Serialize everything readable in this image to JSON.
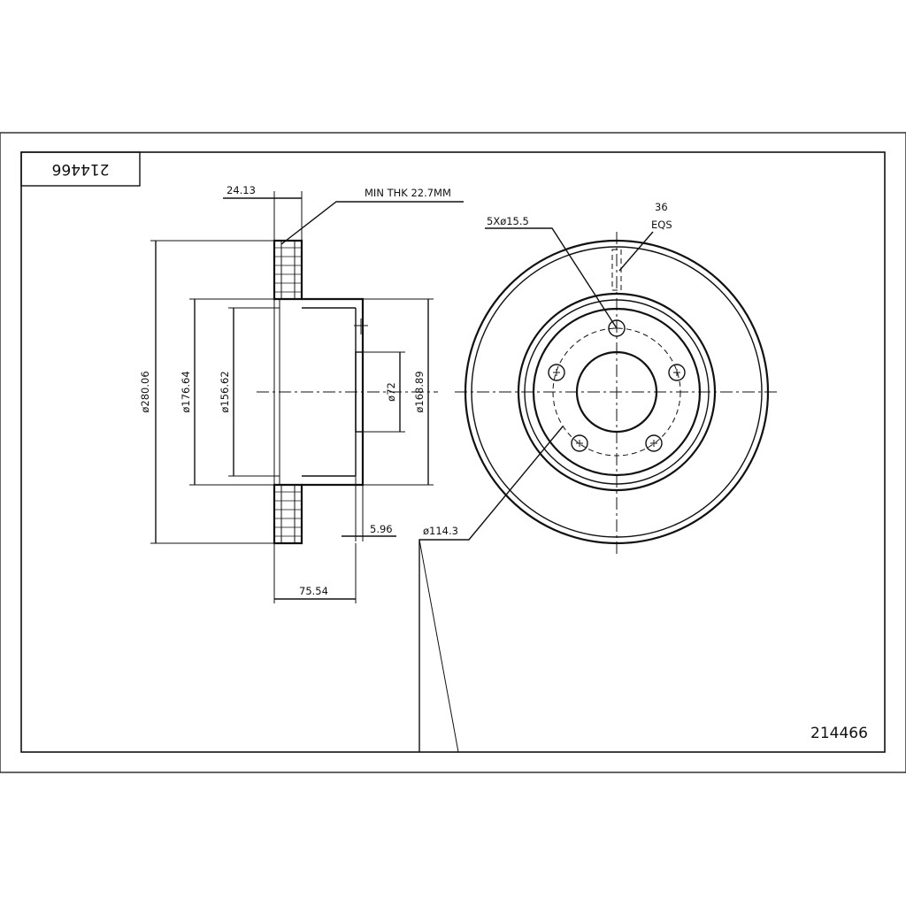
{
  "part_number": "214466",
  "part_number_mirrored": "214466",
  "dimensions": {
    "hat_offset": "24.13",
    "min_thickness": "MIN THK 22.7MM",
    "outer_diameter": "ø280.06",
    "diameter_176": "ø176.64",
    "diameter_156": "ø156.62",
    "center_bore": "ø72",
    "hat_diameter": "ø168.89",
    "flange_thickness": "5.96",
    "total_height": "75.54",
    "bolt_circle": "ø114.3",
    "bolt_holes": "5Xø15.5",
    "vents_count": "36",
    "vents_label": "EQS"
  }
}
